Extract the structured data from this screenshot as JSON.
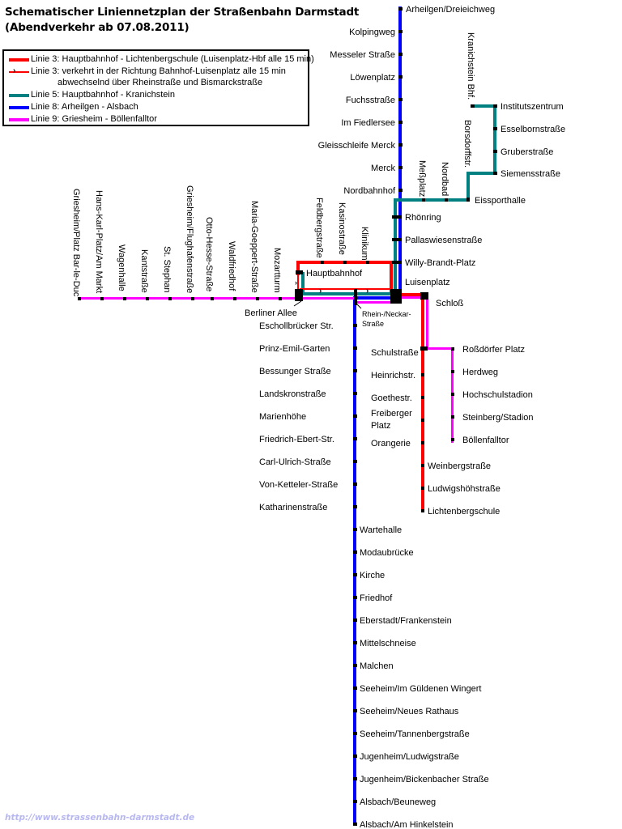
{
  "title": {
    "line1": "Schematischer Liniennetzplan der Straßenbahn Darmstadt",
    "line2": "(Abendverkehr ab 07.08.2011)"
  },
  "colors": {
    "line3": "#ff0000",
    "line5": "#008080",
    "line8": "#0000ff",
    "line9": "#ff00ff",
    "stop": "#000000",
    "footer": "#b8b8f0"
  },
  "legend": [
    {
      "id": "line3",
      "text": "Linie 3: Hauptbahnhof - Lichtenbergschule (Luisenplatz-Hbf alle 15 min)"
    },
    {
      "id": "line3-arrow",
      "text": "Linie 3: verkehrt in der Richtung Bahnhof-Luisenplatz alle 15 min",
      "text2": "abwechselnd über Rheinstraße und Bismarckstraße"
    },
    {
      "id": "line5",
      "text": "Linie 5: Hauptbahnhof - Kranichstein"
    },
    {
      "id": "line8",
      "text": "Linie 8: Arheilgen - Alsbach"
    },
    {
      "id": "line9",
      "text": "Linie 9: Griesheim - Böllenfalltor"
    }
  ],
  "stations": {
    "line8_north": [
      "Arheilgen/Dreieichweg",
      "Kolpingweg",
      "Messeler Straße",
      "Löwenplatz",
      "Fuchsstraße",
      "Im Fiedlersee",
      "Gleisschleife Merck",
      "Merck",
      "Nordbahnhof"
    ],
    "center": [
      "Rhönring",
      "Pallaswiesenstraße",
      "Willy-Brandt-Platz",
      "Luisenplatz",
      "Schloß",
      "Hauptbahnhof",
      "Berliner Allee",
      "Rhein-/Neckar-",
      "Straße"
    ],
    "line5_east": [
      "Meßplatz",
      "Nordbad",
      "Eissporthalle",
      "Borsdorffstr.",
      "Siemensstraße",
      "Gruberstraße",
      "Esselbornstraße",
      "Institutszentrum",
      "Kranichstein Bhf."
    ],
    "line9_west": [
      "Griesheim/Platz Bar-le-Duc",
      "Hans-Karl-Platz/Am Markt",
      "Wagenhalle",
      "Kantstraße",
      "St. Stephan",
      "Griesheim/Flughafenstraße",
      "Otto-Hesse-Straße",
      "Waldfriedhof",
      "Maria-Goeppert-Straße",
      "Mozartturm"
    ],
    "line3_ring": [
      "Feldbergstraße",
      "Kasinostraße",
      "Klinikum"
    ],
    "line8_south_left": [
      "Eschollbrücker Str.",
      "Prinz-Emil-Garten",
      "Bessunger Straße",
      "Landskronstraße",
      "Marienhöhe",
      "Friedrich-Ebert-Str.",
      "Carl-Ulrich-Straße",
      "Von-Ketteler-Straße",
      "Katharinenstraße"
    ],
    "line8_south_right": [
      "Wartehalle",
      "Modaubrücke",
      "Kirche",
      "Friedhof",
      "Eberstadt/Frankenstein",
      "Mittelschneise",
      "Malchen",
      "Seeheim/Im Güldenen Wingert",
      "Seeheim/Neues Rathaus",
      "Seeheim/Tannenbergstraße",
      "Jugenheim/Ludwigstraße",
      "Jugenheim/Bickenbacher Straße",
      "Alsbach/Beuneweg",
      "Alsbach/Am Hinkelstein"
    ],
    "line3_south": [
      "Schulstraße",
      "Heinrichstr.",
      "Goethestr.",
      "Freiberger",
      "Platz",
      "Orangerie",
      "Weinbergstraße",
      "Ludwigshöhstraße",
      "Lichtenbergschule"
    ],
    "line9_south": [
      "Roßdörfer Platz",
      "Herdweg",
      "Hochschulstadion",
      "Steinberg/Stadion",
      "Böllenfalltor"
    ]
  },
  "footer": "http://www.strassenbahn-darmstadt.de"
}
